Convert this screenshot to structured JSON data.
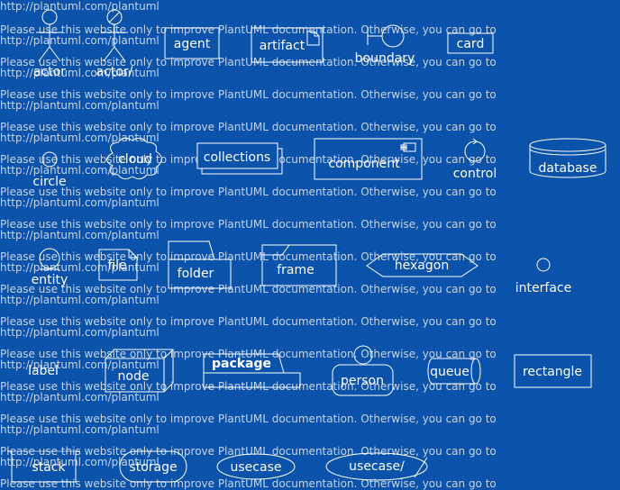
{
  "watermark": {
    "notice": "Please use this website only to improve PlantUML documentation. Otherwise, you can go to",
    "link": "http://plantuml.com/plantuml"
  },
  "elements": {
    "actor": "actor",
    "actor_business": "actor/",
    "agent": "agent",
    "artifact": "artifact",
    "boundary": "boundary",
    "card": "card",
    "circle": "circle",
    "cloud": "cloud",
    "collections": "collections",
    "component": "component",
    "control": "control",
    "database": "database",
    "entity": "entity",
    "file": "file",
    "folder": "folder",
    "frame": "frame",
    "hexagon": "hexagon",
    "interface": "interface",
    "label": "label",
    "node": "node",
    "package": "package",
    "person": "person",
    "queue": "queue",
    "rectangle": "rectangle",
    "stack": "stack",
    "storage": "storage",
    "usecase": "usecase",
    "usecase_business": "usecase/"
  }
}
